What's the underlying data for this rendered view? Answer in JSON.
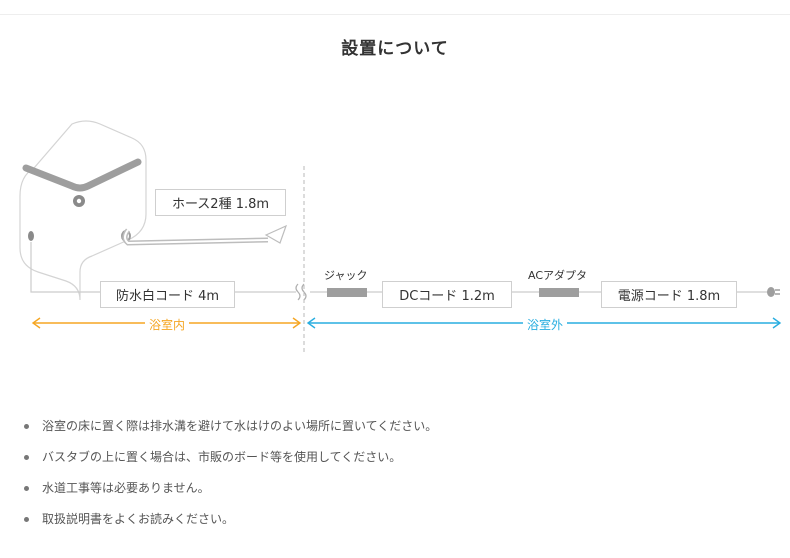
{
  "title": "設置について",
  "labels": {
    "hose": "ホース2種 1.8m",
    "waterproof_cord": "防水白コード 4m",
    "jack": "ジャック",
    "dc_cord": "DCコード 1.2m",
    "ac_adapter": "ACアダプタ",
    "power_cord": "電源コード 1.8m"
  },
  "zones": {
    "indoor": "浴室内",
    "outdoor": "浴室外"
  },
  "colors": {
    "indoor": "#f5a623",
    "outdoor": "#29aee0",
    "line": "#cccccc",
    "device": "#9e9e9e"
  },
  "notes": [
    "浴室の床に置く際は排水溝を避けて水はけのよい場所に置いてください。",
    "バスタブの上に置く場合は、市販のボード等を使用してください。",
    "水道工事等は必要ありません。",
    "取扱説明書をよくお読みください。"
  ]
}
